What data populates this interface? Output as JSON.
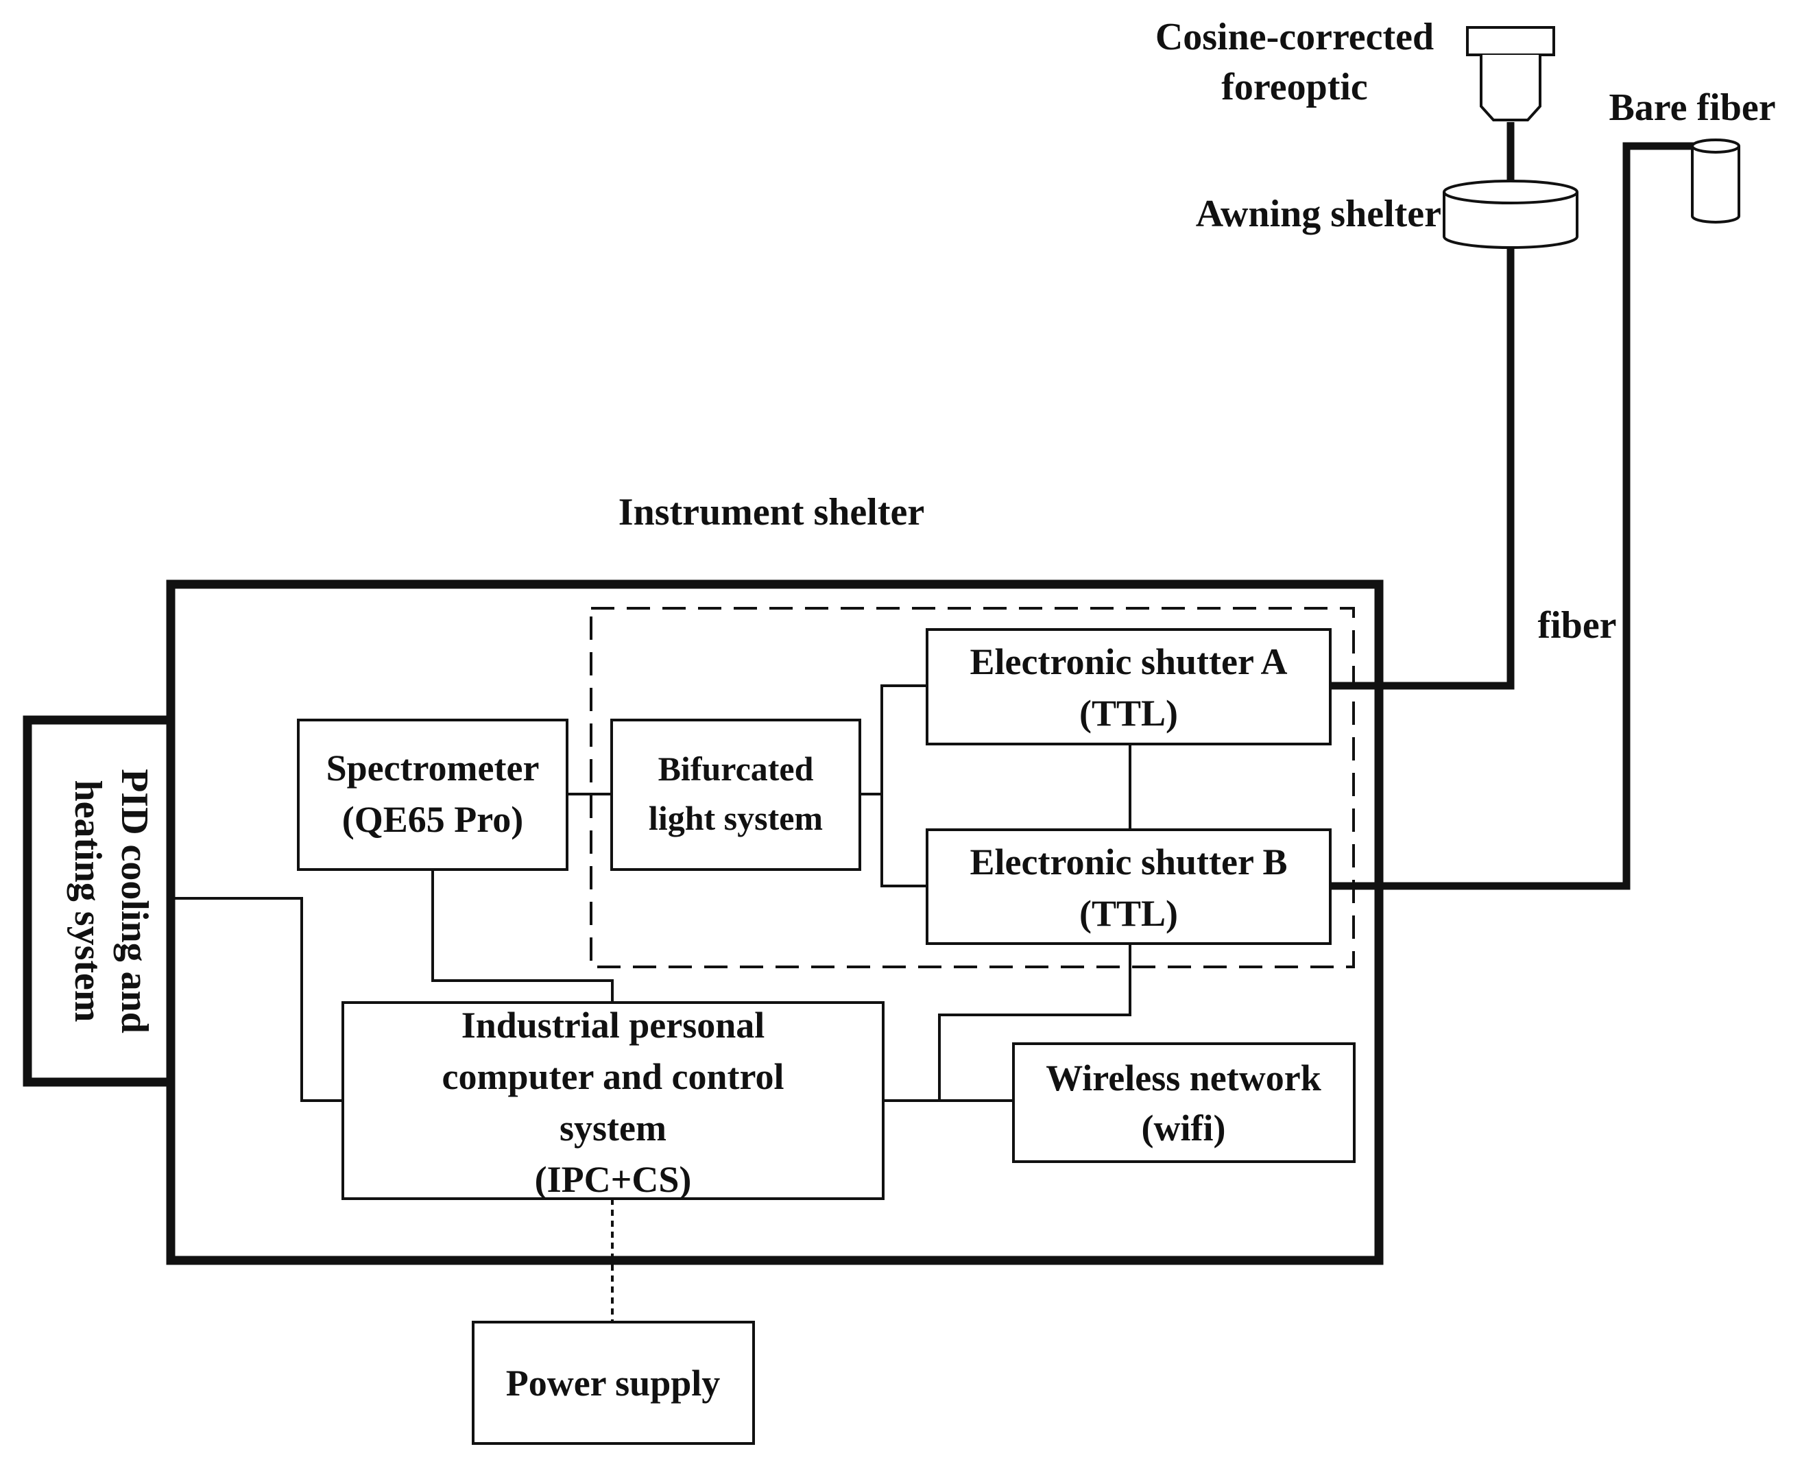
{
  "labels": {
    "cosine_line1": "Cosine-corrected",
    "cosine_line2": "foreoptic",
    "bare_fiber": "Bare fiber",
    "awning_shelter": "Awning shelter",
    "instrument_shelter": "Instrument shelter",
    "fiber": "fiber",
    "shutter_a_line1": "Electronic shutter A",
    "shutter_a_line2": "(TTL)",
    "shutter_b_line1": "Electronic shutter B",
    "shutter_b_line2": "(TTL)",
    "spectrometer_line1": "Spectrometer",
    "spectrometer_line2": "(QE65 Pro)",
    "bifurcated_line1": "Bifurcated",
    "bifurcated_line2": "light system",
    "pid_line1": "PID cooling and",
    "pid_line2": "heating system",
    "ipc_line1": "Industrial personal",
    "ipc_line2": "computer and control",
    "ipc_line3": "system",
    "ipc_line4": "(IPC+CS)",
    "wireless_line1": "Wireless network",
    "wireless_line2": "(wifi)",
    "power_supply": "Power supply"
  }
}
